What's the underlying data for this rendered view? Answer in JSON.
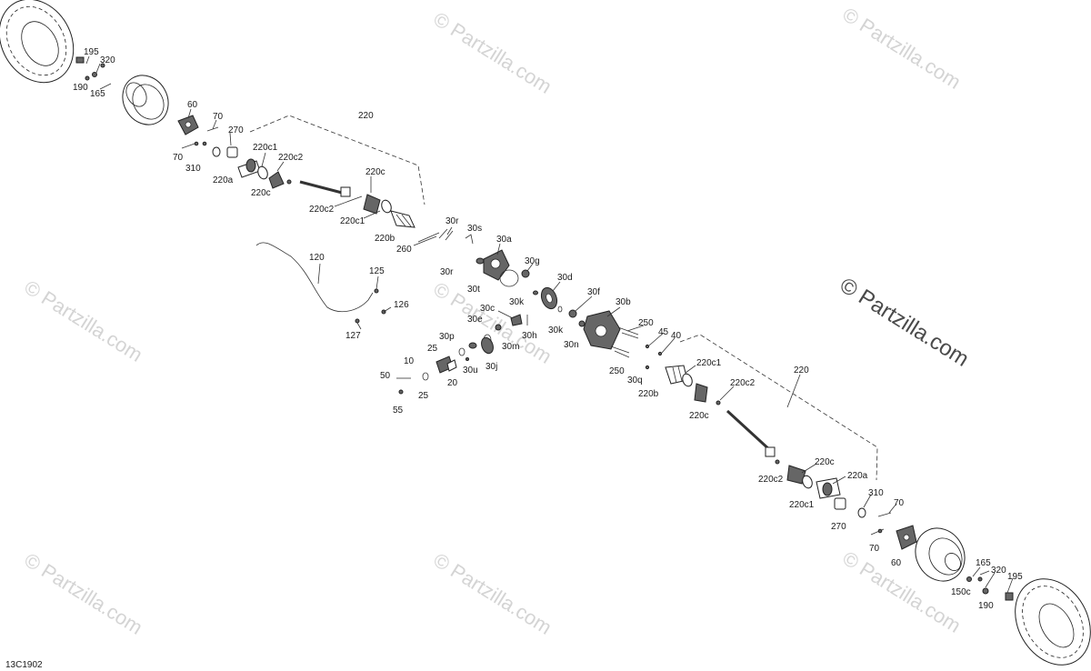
{
  "diagram": {
    "code": "13C1902",
    "watermark": "© Partzilla.com",
    "brand_watermark": "© Partzilla.com",
    "labels": [
      {
        "id": "l195a",
        "text": "195"
      },
      {
        "id": "l320a",
        "text": "320"
      },
      {
        "id": "l190a",
        "text": "190"
      },
      {
        "id": "l165a",
        "text": "165"
      },
      {
        "id": "l60a",
        "text": "60"
      },
      {
        "id": "l70a",
        "text": "70"
      },
      {
        "id": "l270a",
        "text": "270"
      },
      {
        "id": "l70b",
        "text": "70"
      },
      {
        "id": "l310a",
        "text": "310"
      },
      {
        "id": "l220top",
        "text": "220"
      },
      {
        "id": "l220c1a",
        "text": "220c1"
      },
      {
        "id": "l220c2a",
        "text": "220c2"
      },
      {
        "id": "l220a_a",
        "text": "220a"
      },
      {
        "id": "l220c_a",
        "text": "220c"
      },
      {
        "id": "l220c_b",
        "text": "220c"
      },
      {
        "id": "l220c2b",
        "text": "220c2"
      },
      {
        "id": "l220c1b",
        "text": "220c1"
      },
      {
        "id": "l220b_a",
        "text": "220b"
      },
      {
        "id": "l260",
        "text": "260"
      },
      {
        "id": "l30r_a",
        "text": "30r"
      },
      {
        "id": "l30s",
        "text": "30s"
      },
      {
        "id": "l30a",
        "text": "30a"
      },
      {
        "id": "l30r_b",
        "text": "30r"
      },
      {
        "id": "l30g",
        "text": "30g"
      },
      {
        "id": "l30t",
        "text": "30t"
      },
      {
        "id": "l30d",
        "text": "30d"
      },
      {
        "id": "l30k_a",
        "text": "30k"
      },
      {
        "id": "l30f",
        "text": "30f"
      },
      {
        "id": "l30b",
        "text": "30b"
      },
      {
        "id": "l30c",
        "text": "30c"
      },
      {
        "id": "l30e",
        "text": "30e"
      },
      {
        "id": "l30k_b",
        "text": "30k"
      },
      {
        "id": "l30h",
        "text": "30h"
      },
      {
        "id": "l30n",
        "text": "30n"
      },
      {
        "id": "l30m",
        "text": "30m"
      },
      {
        "id": "l30p",
        "text": "30p"
      },
      {
        "id": "l25a",
        "text": "25"
      },
      {
        "id": "l10",
        "text": "10"
      },
      {
        "id": "l30u",
        "text": "30u"
      },
      {
        "id": "l30j",
        "text": "30j"
      },
      {
        "id": "l20",
        "text": "20"
      },
      {
        "id": "l50",
        "text": "50"
      },
      {
        "id": "l25b",
        "text": "25"
      },
      {
        "id": "l55",
        "text": "55"
      },
      {
        "id": "l120",
        "text": "120"
      },
      {
        "id": "l125",
        "text": "125"
      },
      {
        "id": "l126",
        "text": "126"
      },
      {
        "id": "l127",
        "text": "127"
      },
      {
        "id": "l250a",
        "text": "250"
      },
      {
        "id": "l250b",
        "text": "250"
      },
      {
        "id": "l45",
        "text": "45"
      },
      {
        "id": "l40",
        "text": "40"
      },
      {
        "id": "l30q",
        "text": "30q"
      },
      {
        "id": "l220b_b",
        "text": "220b"
      },
      {
        "id": "l220c1c",
        "text": "220c1"
      },
      {
        "id": "l220c2c",
        "text": "220c2"
      },
      {
        "id": "l220c_c",
        "text": "220c"
      },
      {
        "id": "l220bot",
        "text": "220"
      },
      {
        "id": "l220c2d",
        "text": "220c2"
      },
      {
        "id": "l220c_d",
        "text": "220c"
      },
      {
        "id": "l220a_b",
        "text": "220a"
      },
      {
        "id": "l220c1d",
        "text": "220c1"
      },
      {
        "id": "l310b",
        "text": "310"
      },
      {
        "id": "l70c",
        "text": "70"
      },
      {
        "id": "l270b",
        "text": "270"
      },
      {
        "id": "l70d",
        "text": "70"
      },
      {
        "id": "l60b",
        "text": "60"
      },
      {
        "id": "l165b",
        "text": "165"
      },
      {
        "id": "l320b",
        "text": "320"
      },
      {
        "id": "l195b",
        "text": "195"
      },
      {
        "id": "l150c",
        "text": "150c"
      },
      {
        "id": "l190b",
        "text": "190"
      }
    ]
  }
}
